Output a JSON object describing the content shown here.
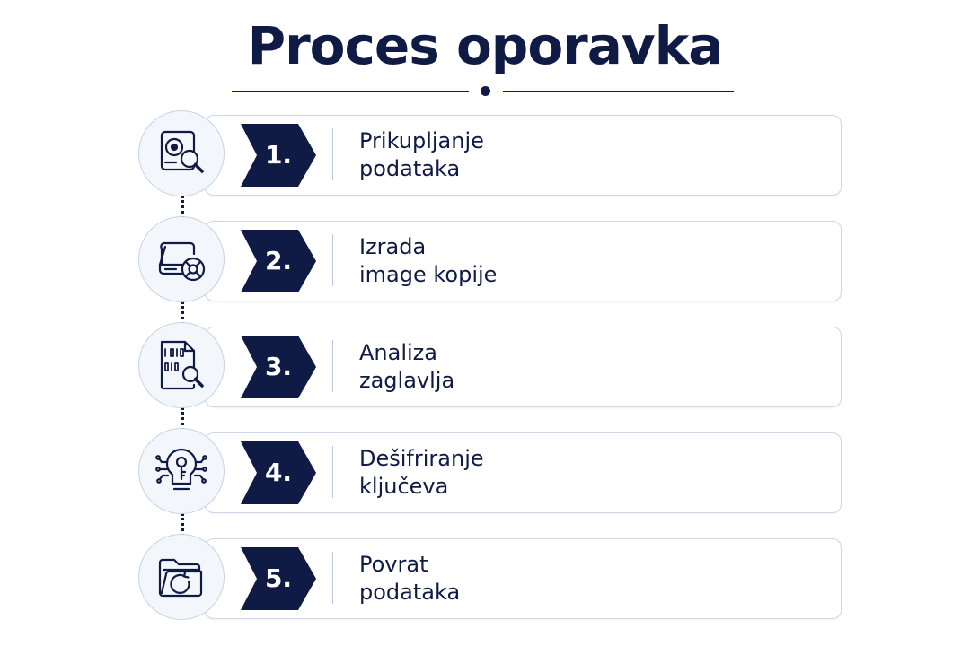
{
  "title": "Proces oporavka",
  "colors": {
    "navy": "#0f1a45",
    "card_border": "#cdd8e6",
    "icon_circle_bg": "#f3f7fc"
  },
  "steps": [
    {
      "number": "1.",
      "line1": "Prikupljanje",
      "line2": "podataka",
      "icon": "hard-drive-search-icon"
    },
    {
      "number": "2.",
      "line1": "Izrada",
      "line2": "image kopije",
      "icon": "drive-disc-icon"
    },
    {
      "number": "3.",
      "line1": "Analiza",
      "line2": "zaglavlja",
      "icon": "binary-file-search-icon"
    },
    {
      "number": "4.",
      "line1": "Dešifriranje",
      "line2": "ključeva",
      "icon": "circuit-key-icon"
    },
    {
      "number": "5.",
      "line1": "Povrat",
      "line2": "podataka",
      "icon": "folder-restore-icon"
    }
  ]
}
